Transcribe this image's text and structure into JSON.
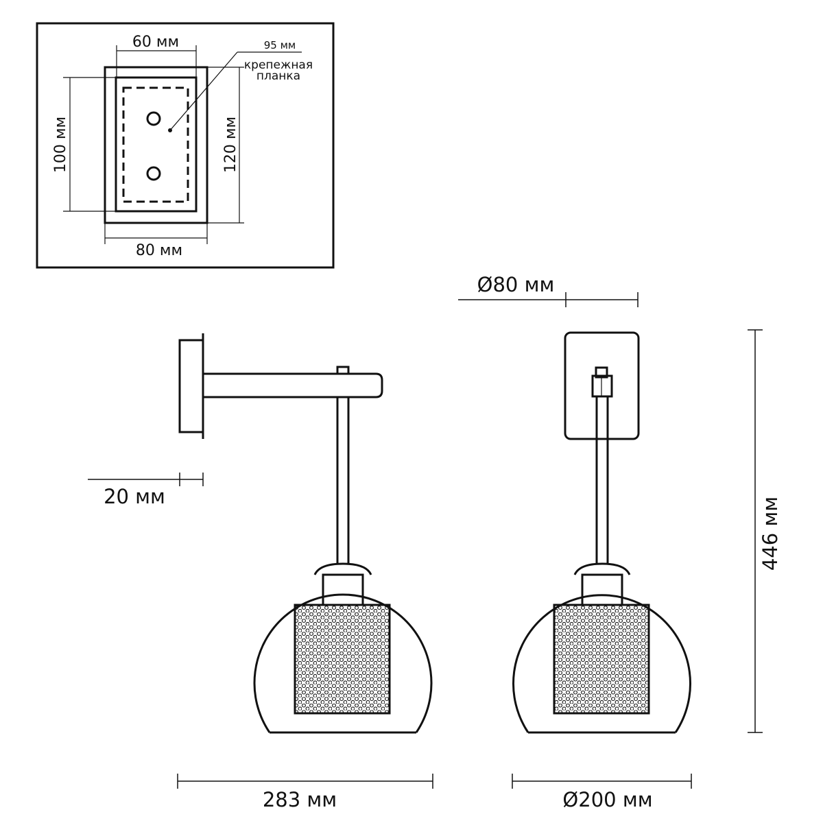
{
  "plate_detail": {
    "width_top": "60 мм",
    "bracket_depth": "95 мм",
    "bracket_label_1": "крепежная",
    "bracket_label_2": "планка",
    "height_inner": "100 мм",
    "height_outer": "120 мм",
    "width_bottom": "80 мм"
  },
  "side_view": {
    "base_depth": "20 мм",
    "total_width": "283 мм"
  },
  "front_view": {
    "base_diameter": "Ø80 мм",
    "total_height": "446 мм",
    "shade_diameter": "Ø200 мм"
  }
}
